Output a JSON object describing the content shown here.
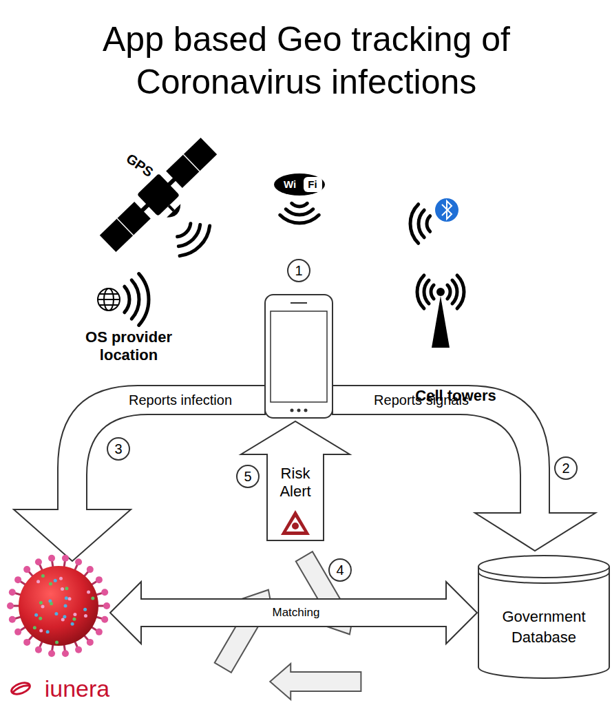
{
  "diagram": {
    "title": "App based Geo tracking of Coronavirus infections",
    "nodes": [
      {
        "text": [
          "Government Database"
        ]
      },
      {
        "text": [
          "Matching"
        ]
      }
    ],
    "labels": [
      "GPS",
      "Wi",
      "Fi",
      "OS provider location",
      "Cell towers",
      "1",
      "Reports infection",
      "Reports signals",
      "3",
      "2",
      "5",
      "Risk Alert",
      "4",
      "iunera"
    ]
  }
}
